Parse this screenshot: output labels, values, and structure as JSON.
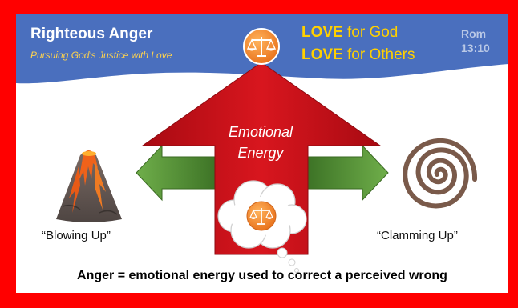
{
  "header": {
    "title": "Righteous Anger",
    "subtitle": "Pursuing God's Justice with Love",
    "love_lines": [
      {
        "bold": "LOVE",
        "rest": " for God"
      },
      {
        "bold": "LOVE",
        "rest": " for Others"
      }
    ],
    "reference": {
      "book": "Rom",
      "verse": "13:10"
    }
  },
  "center": {
    "arrow_label_line1": "Emotional",
    "arrow_label_line2": "Energy"
  },
  "left_item": {
    "label": "“Blowing Up”",
    "icon": "volcano-icon"
  },
  "right_item": {
    "label": "“Clamming Up”",
    "icon": "spiral-icon"
  },
  "footer": {
    "text": "Anger = emotional energy used to correct a perceived wrong"
  },
  "colors": {
    "frame": "#ff0000",
    "header_band": "#4a6fbe",
    "love_text": "#ffd000",
    "up_arrow": "#c8141c",
    "side_arrows": "#4f8a32",
    "justice_badge": "#f08a28"
  }
}
